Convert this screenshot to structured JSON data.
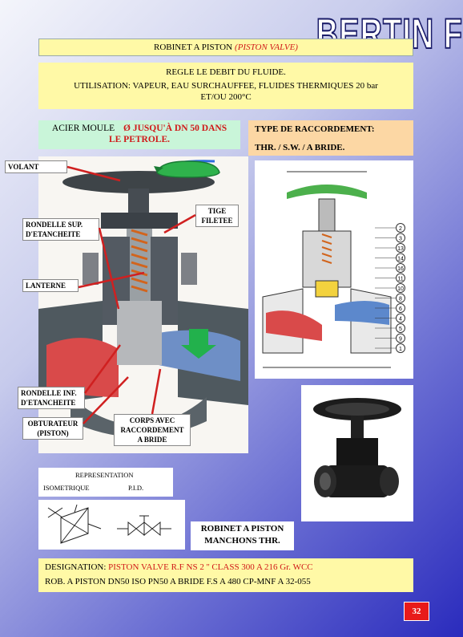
{
  "logo": "BERTIN F",
  "title": {
    "main": "ROBINET A PISTON",
    "alt": "(PISTON VALVE)"
  },
  "fluid": {
    "line1": "REGLE LE DEBIT DU FLUIDE.",
    "line2": "UTILISATION: VAPEUR, EAU SURCHAUFFEE, FLUIDES THERMIQUES 20 bar",
    "line3": "ET/OU 200°C"
  },
  "steel": {
    "prefix": "ACIER MOULE",
    "symbol": "Ø",
    "red1": "JUSQU'À DN 50 DANS",
    "red2": "LE PETROLE."
  },
  "raccordement": {
    "title": "TYPE DE RACCORDEMENT:",
    "types": "THR. / S.W. / A BRIDE."
  },
  "labels": {
    "volant": "VOLANT",
    "tige1": "TIGE",
    "tige2": "FILETEE",
    "rond_sup1": "RONDELLE SUP.",
    "rond_sup2": "D'ETANCHEITE",
    "lanterne": "LANTERNE",
    "rond_inf1": "RONDELLE INF.",
    "rond_inf2": "D'ETANCHEITE",
    "obt1": "OBTURATEUR",
    "obt2": "(PISTON)",
    "corps1": "CORPS AVEC",
    "corps2": "RACCORDEMENT",
    "corps3": "A BRIDE"
  },
  "diagram_numbers": [
    "2",
    "3",
    "13",
    "14",
    "16",
    "11",
    "10",
    "8",
    "6",
    "4",
    "5",
    "9",
    "1"
  ],
  "representation": {
    "title": "REPRESENTATION",
    "iso": "ISOMETRIQUE",
    "pid": "P.I.D."
  },
  "robinet2": {
    "line1": "ROBINET A PISTON",
    "line2": "MANCHONS THR."
  },
  "designation": {
    "label": "DESIGNATION:",
    "red": "PISTON VALVE R.F NS 2 '' CLASS 300 A 216 Gr. WCC",
    "line2": "ROB. A PISTON DN50 ISO PN50 A BRIDE F.S A 480 CP-MNF A 32-055"
  },
  "page_number": "32",
  "colors": {
    "yellow": "#fff9a6",
    "green": "#c9f5d9",
    "peach": "#fcd7a4",
    "red": "#d01818",
    "page_badge": "#e81a1a"
  }
}
